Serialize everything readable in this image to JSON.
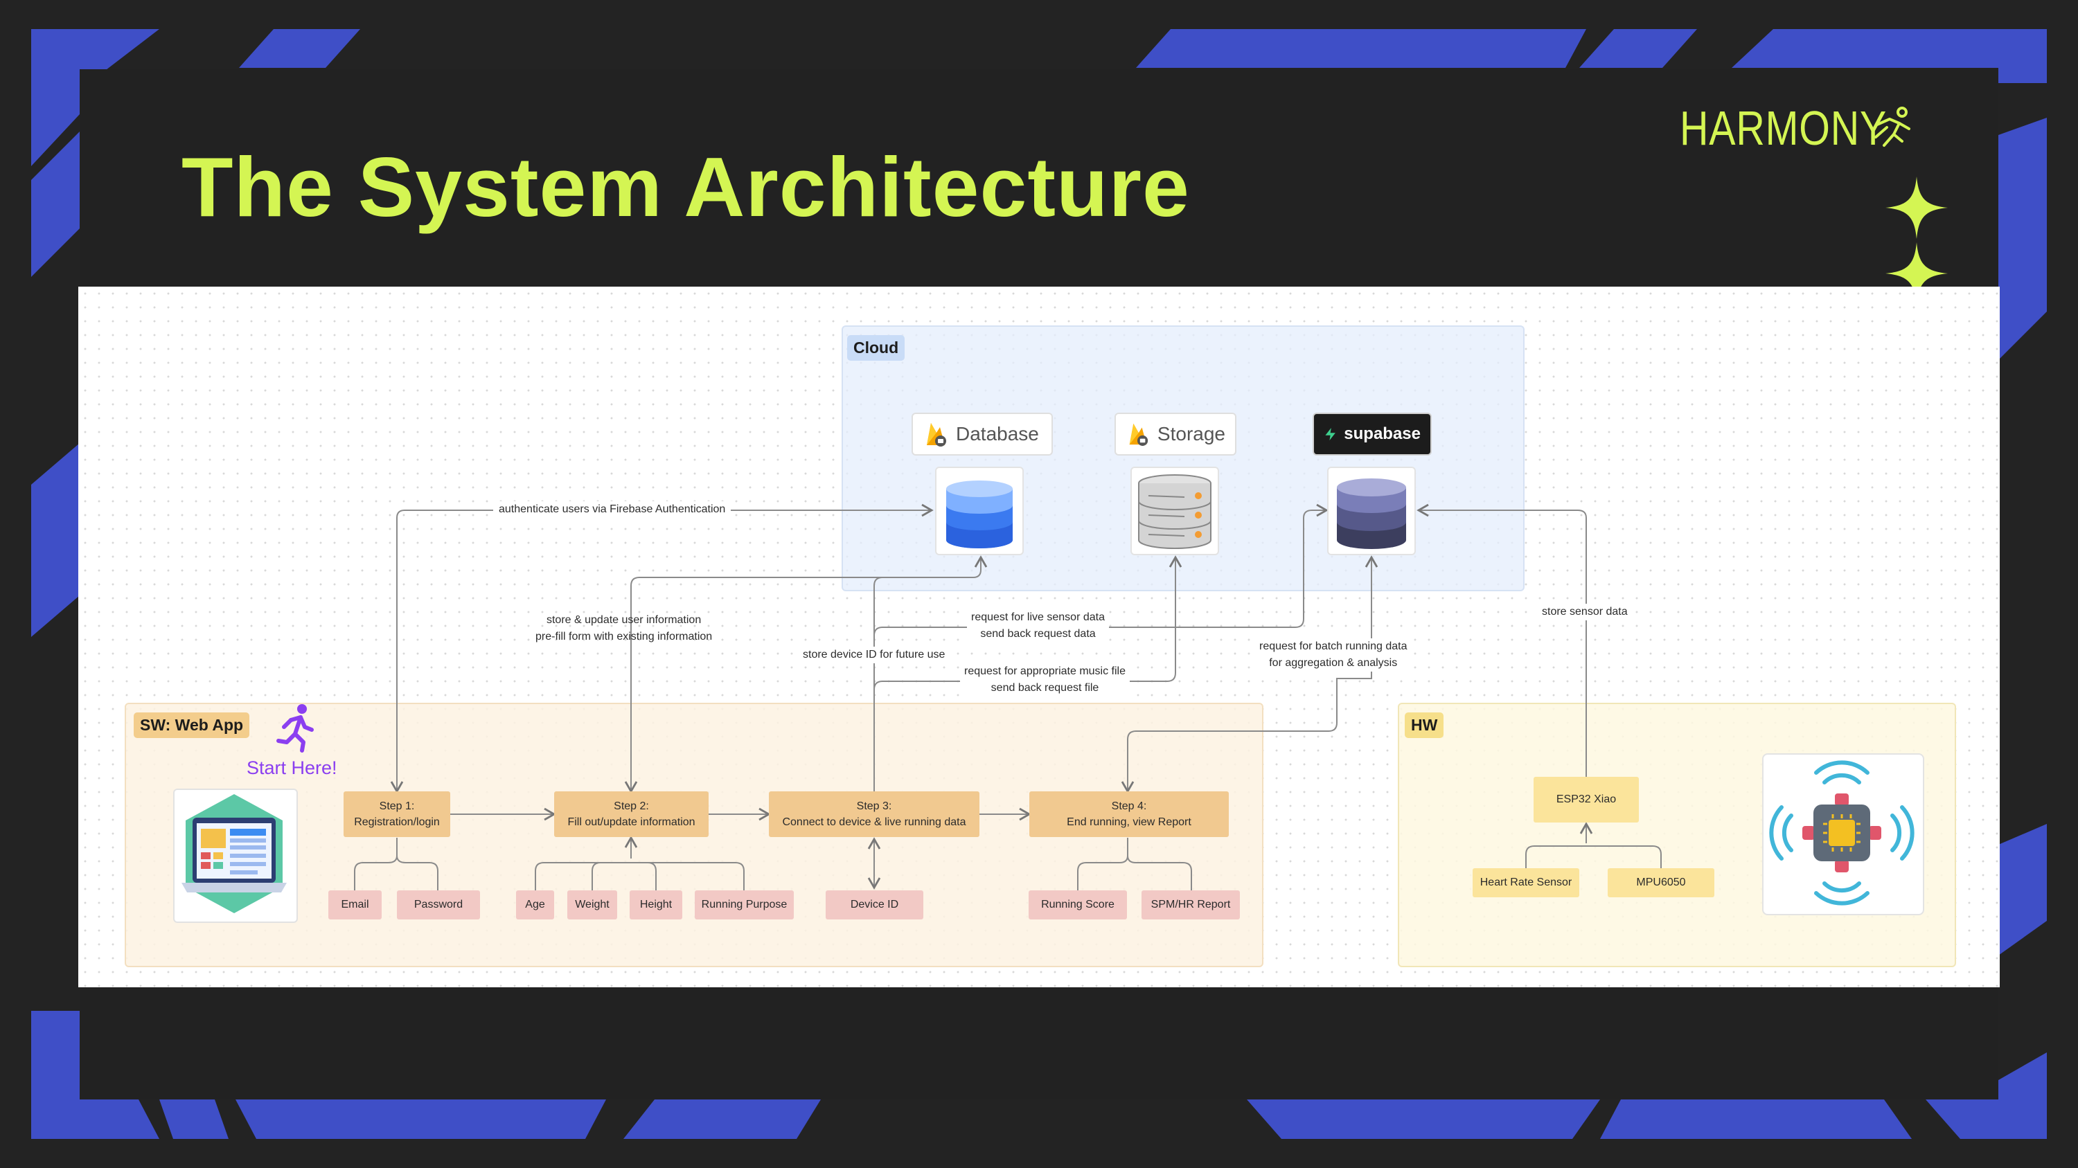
{
  "slide": {
    "title": "The System Architecture",
    "brand": "HARMONY"
  },
  "colors": {
    "background": "#232323",
    "accent_lime": "#d4f553",
    "accent_blue": "#3f4fc7",
    "step_fill": "#f1c990",
    "field_fill": "#f2c9c5",
    "hw_fill": "#fbe49b",
    "start_purple": "#8b3ff0"
  },
  "regions": {
    "cloud": "Cloud",
    "sw": "SW: Web App",
    "hw": "HW"
  },
  "cloud": {
    "database_label": "Database",
    "storage_label": "Storage",
    "supabase_label": "supabase"
  },
  "sw": {
    "start_here": "Start Here!",
    "steps": [
      {
        "title": "Step 1:",
        "desc": "Registration/login"
      },
      {
        "title": "Step 2:",
        "desc": "Fill out/update information"
      },
      {
        "title": "Step 3:",
        "desc": "Connect to device & live running data"
      },
      {
        "title": "Step 4:",
        "desc": "End running, view Report"
      }
    ],
    "fields": {
      "email": "Email",
      "password": "Password",
      "age": "Age",
      "weight": "Weight",
      "height": "Height",
      "purpose": "Running Purpose",
      "device_id": "Device ID",
      "score": "Running Score",
      "report": "SPM/HR Report"
    }
  },
  "hw": {
    "board": "ESP32 Xiao",
    "heart": "Heart Rate Sensor",
    "mpu": "MPU6050"
  },
  "edges": {
    "auth": "authenticate users via Firebase Authentication",
    "store_user_1": "store & update user information",
    "store_user_2": "pre-fill form with existing information",
    "device_id": "store device ID for future use",
    "live_1": "request for live sensor data",
    "live_2": "send back request data",
    "music_1": "request for appropriate music file",
    "music_2": "send back request file",
    "batch_1": "request for batch running data",
    "batch_2": "for aggregation & analysis",
    "sensor": "store sensor data"
  },
  "icons": [
    "firebase-flame-icon",
    "supabase-bolt-icon",
    "database-cylinder-icon",
    "server-stack-icon",
    "runner-icon",
    "laptop-dashboard-icon",
    "chip-wireless-icon",
    "sparkle-icon"
  ]
}
